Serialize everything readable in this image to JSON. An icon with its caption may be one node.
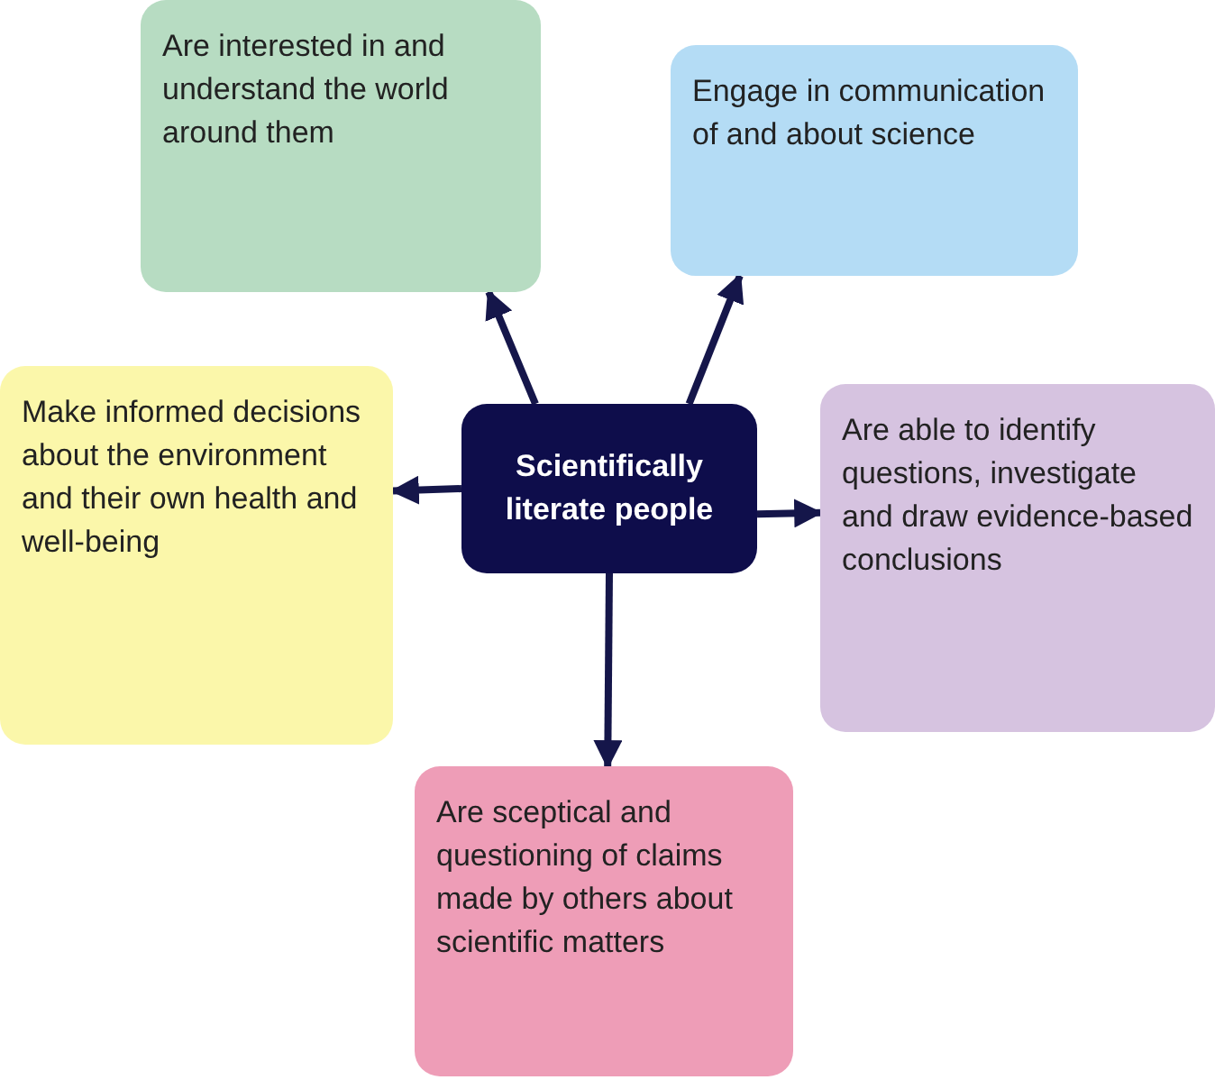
{
  "diagram": {
    "nodes": [
      {
        "text": [
          "Are interested in and understand the world around them"
        ]
      },
      {
        "text": [
          "Engage in communication of and about science"
        ]
      },
      {
        "text": [
          "Make informed decisions about the environment and their own health and well-being"
        ]
      },
      {
        "text": [
          "Scientifically literate people"
        ]
      },
      {
        "text": [
          "Are able to identify questions, investigate and draw evidence-based conclusions"
        ]
      },
      {
        "text": [
          "Are sceptical and questioning of claims made by others about scientific matters"
        ]
      }
    ],
    "edges": [
      {
        "from": 3,
        "to": 0,
        "arrow": "to"
      },
      {
        "from": 3,
        "to": 1,
        "arrow": "to"
      },
      {
        "from": 3,
        "to": 2,
        "arrow": "to"
      },
      {
        "from": 3,
        "to": 4,
        "arrow": "to"
      },
      {
        "from": 3,
        "to": 5,
        "arrow": "to"
      }
    ]
  }
}
